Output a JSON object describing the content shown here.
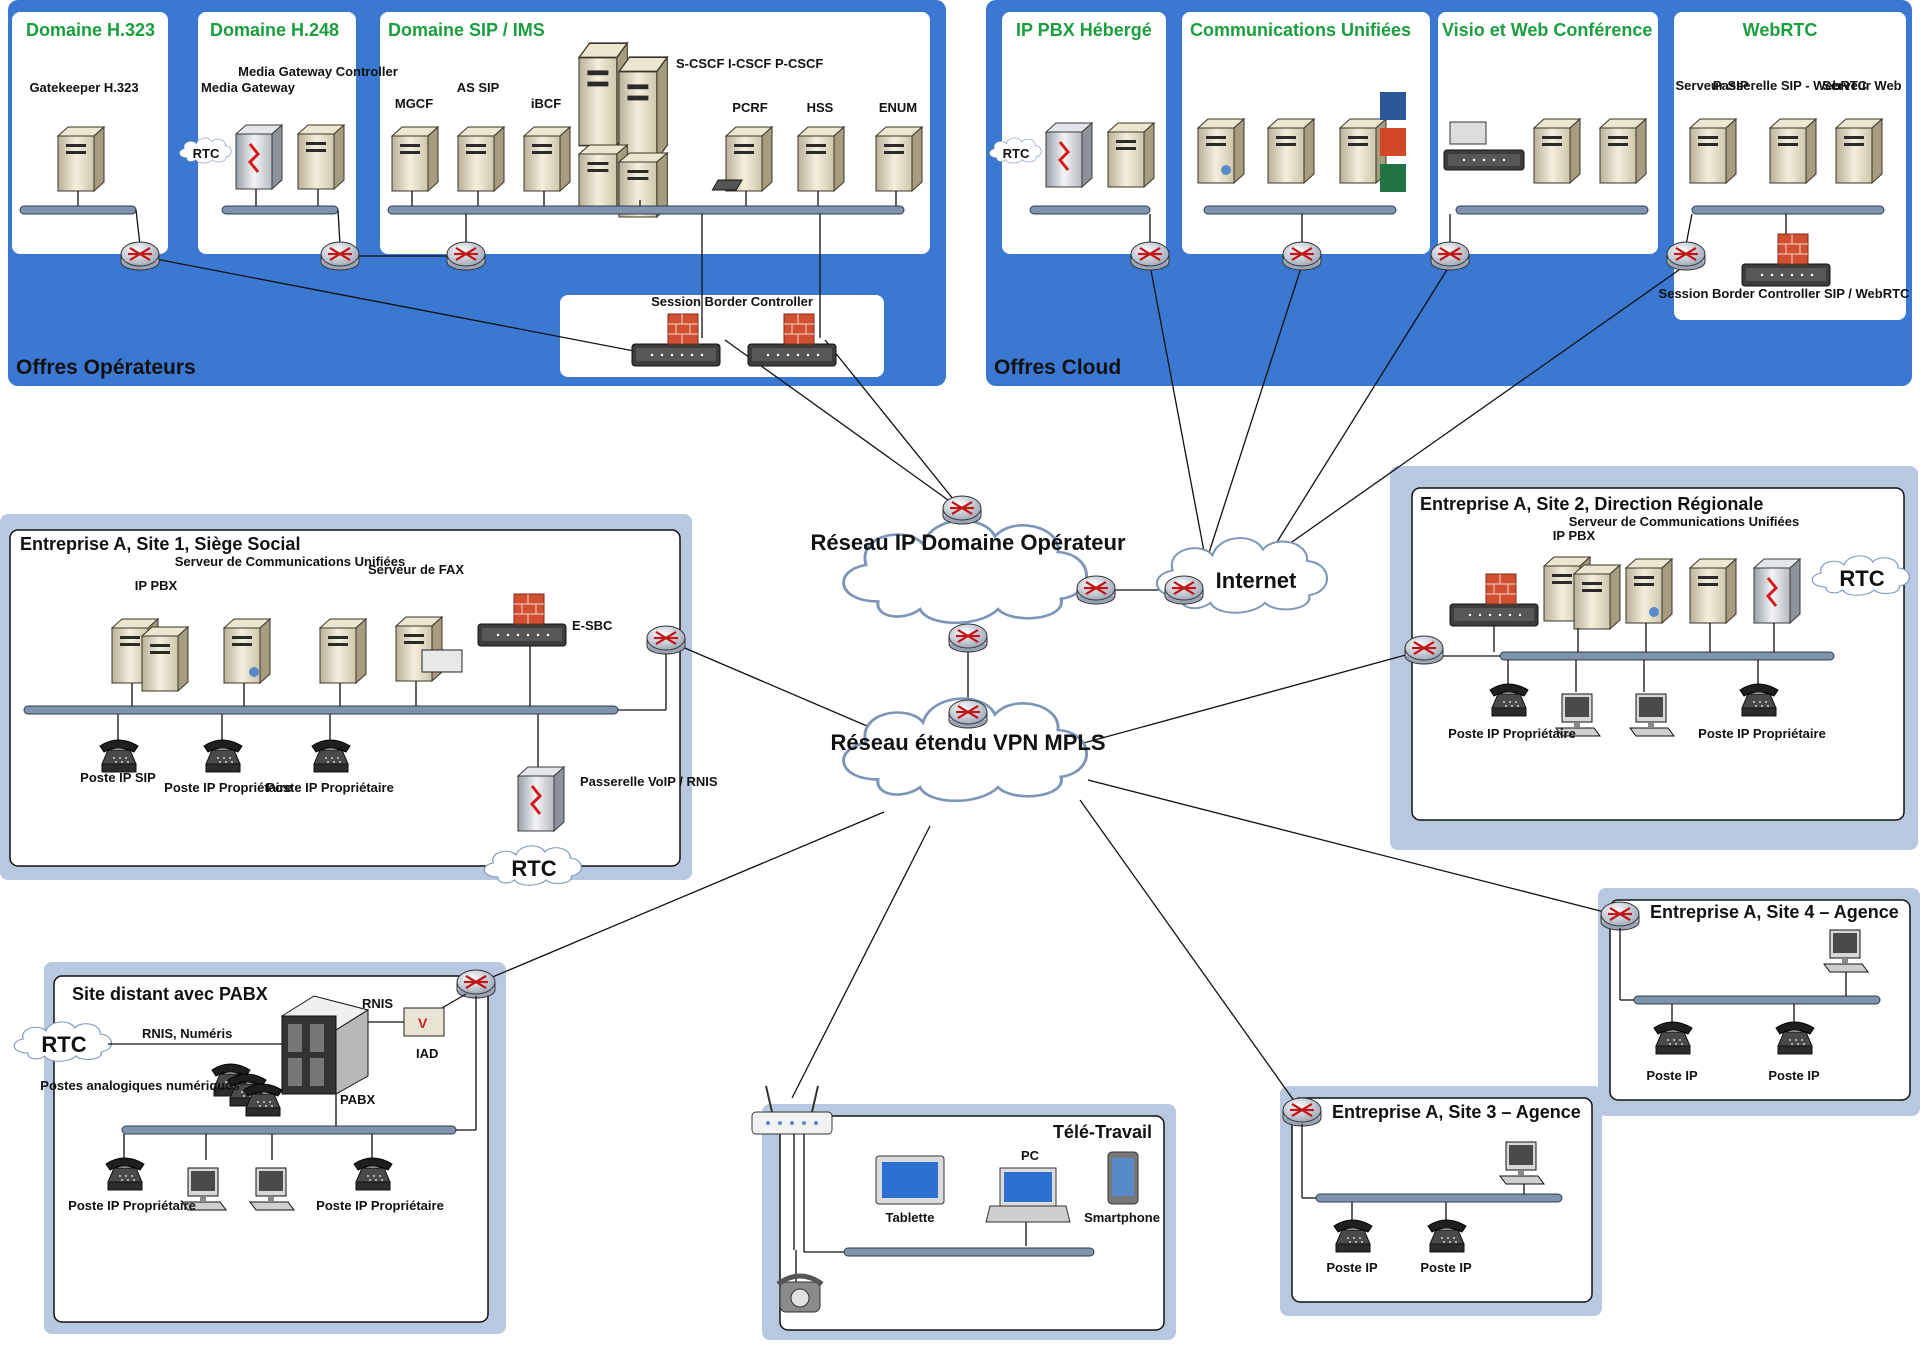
{
  "colors": {
    "operator_bg": "#3a78d1",
    "panel_bg": "#ffffff",
    "site_frame": "#b8c8e0",
    "zone_title": "#1b9e3e",
    "firewall": "#d25032"
  },
  "operator_offers": {
    "title": "Offres Opérateurs",
    "h323": {
      "title": "Domaine H.323",
      "gatekeeper": "Gatekeeper H.323"
    },
    "h248": {
      "title": "Domaine H.248",
      "media_gateway": "Media Gateway",
      "mgc": "Media Gateway Controller",
      "rtc": "RTC"
    },
    "sip_ims": {
      "title": "Domaine SIP / IMS",
      "mgcf": "MGCF",
      "as_sip": "AS SIP",
      "ibcf": "iBCF",
      "cscf": "S-CSCF I-CSCF P-CSCF",
      "pcrf": "PCRF",
      "hss": "HSS",
      "enum": "ENUM"
    },
    "sbc": {
      "title": "Session Border Controller"
    }
  },
  "cloud_offers": {
    "title": "Offres Cloud",
    "ippbx": {
      "title": "IP PBX Hébergé",
      "rtc": "RTC"
    },
    "uc": {
      "title": "Communications Unifiées"
    },
    "visio": {
      "title": "Visio et Web Conférence"
    },
    "webrtc": {
      "title": "WebRTC",
      "sip_server": "Serveur SIP",
      "gateway": "Passerelle SIP - WebRTC",
      "web_server": "Serveur Web",
      "sbc": "Session Border Controller SIP / WebRTC"
    }
  },
  "networks": {
    "operator_ip": "Réseau IP Domaine Opérateur",
    "internet": "Internet",
    "mpls": "Réseau étendu VPN MPLS"
  },
  "site1": {
    "title": "Entreprise A, Site 1, Siège Social",
    "ippbx": "IP PBX",
    "uc": "Serveur de Communications Unifiées",
    "fax": "Serveur de FAX",
    "esbc": "E-SBC",
    "phone_sip": "Poste IP SIP",
    "phone_prop": "Poste IP Propriétaire",
    "gateway": "Passerelle VoIP / RNIS",
    "rtc": "RTC"
  },
  "site2": {
    "title": "Entreprise A, Site 2, Direction Régionale",
    "ippbx": "IP PBX",
    "uc": "Serveur de Communications Unifiées",
    "phone_prop": "Poste IP Propriétaire",
    "rtc": "RTC"
  },
  "remote": {
    "title": "Site distant avec PABX",
    "rtc": "RTC",
    "rnis_num": "RNIS, Numéris",
    "rnis": "RNIS",
    "iad": "IAD",
    "analog": "Postes analogiques numériques",
    "pabx": "PABX",
    "phone_prop": "Poste IP Propriétaire"
  },
  "telework": {
    "title": "Télé-Travail",
    "tablet": "Tablette",
    "pc": "PC",
    "smartphone": "Smartphone"
  },
  "site3": {
    "title": "Entreprise A, Site 3 – Agence",
    "phone": "Poste IP"
  },
  "site4": {
    "title": "Entreprise A, Site 4 – Agence",
    "phone": "Poste IP"
  }
}
